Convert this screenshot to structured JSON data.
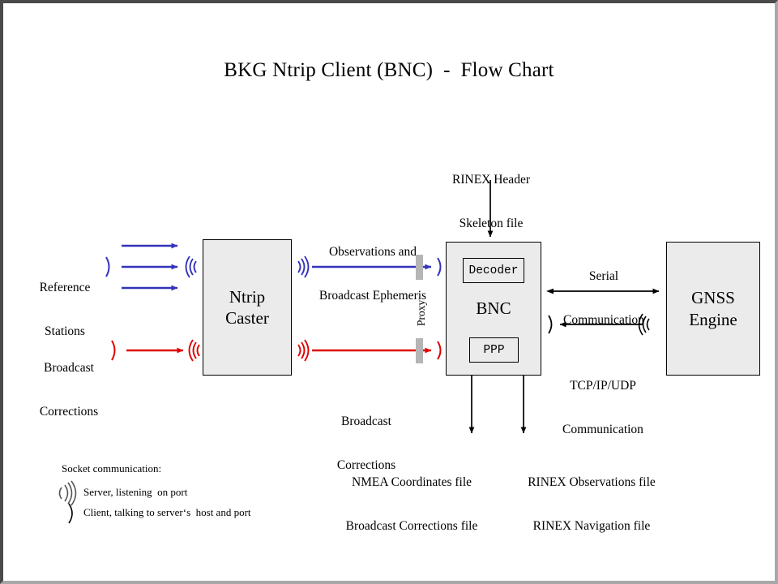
{
  "diagram": {
    "title": "BKG Ntrip Client (BNC)  -  Flow Chart",
    "colors": {
      "blue": "#3333bb",
      "red": "#e00000",
      "box_fill": "#ebebeb",
      "box_stroke": "#000000",
      "proxy_bar": "#b5b5b5",
      "frame_dark": "#4a4a4a",
      "frame_light": "#a8a8a8"
    },
    "nodes": {
      "reference_stations": "Reference\nStations",
      "reference_stations_line1": "Reference",
      "reference_stations_line2": "Stations",
      "broadcast_corrections_src_line1": "Broadcast",
      "broadcast_corrections_src_line2": "Corrections",
      "ntrip_caster_line1": "Ntrip",
      "ntrip_caster_line2": "Caster",
      "bnc_title": "BNC",
      "bnc_decoder": "Decoder",
      "bnc_ppp": "PPP",
      "gnss_engine_line1": "GNSS",
      "gnss_engine_line2": "Engine",
      "proxy": "Proxy"
    },
    "edge_labels": {
      "obs_eph_line1": "Observations and",
      "obs_eph_line2": "Broadcast Ephemeris",
      "broadcast_corr_line1": "Broadcast",
      "broadcast_corr_line2": "Corrections",
      "rinex_skeleton_line1": "RINEX Header",
      "rinex_skeleton_line2": "Skeleton file",
      "serial_line1": "Serial",
      "serial_line2": "Communication",
      "tcpip_line1": "TCP/IP/UDP",
      "tcpip_line2": "Communication"
    },
    "outputs": {
      "left_line1": "NMEA Coordinates file",
      "left_line2": "Broadcast Corrections file",
      "right_line1": "RINEX Observations file",
      "right_line2": "RINEX Navigation file"
    },
    "legend": {
      "heading": "Socket communication:",
      "server_symbol": "server-wave-icon",
      "server_text": "Server, listening  on port",
      "client_symbol": "client-paren-icon",
      "client_text": "Client, talking to server‘s  host and port"
    }
  }
}
